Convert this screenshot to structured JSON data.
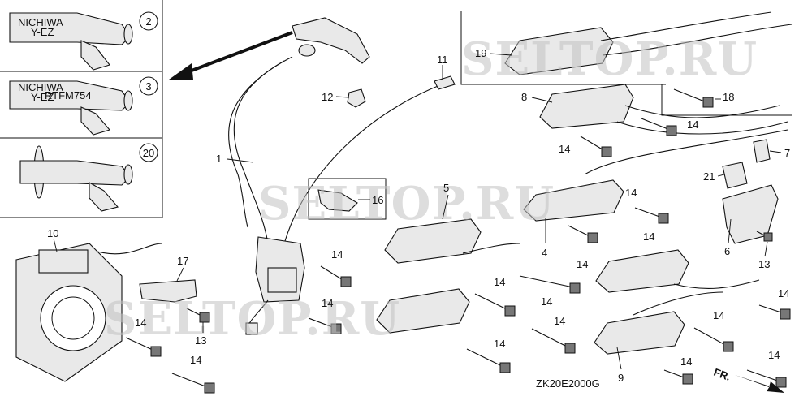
{
  "diagram": {
    "code": "ZK20E2000G",
    "front_marker": "FR.",
    "watermark": "SELTOP.RU",
    "inset_labels": {
      "cap2_line1": "NICHIWA",
      "cap2_line2": "Y-EZ",
      "cap3_line1": "NICHIWA",
      "cap3_line2": "Y-EZ",
      "cap3_line3": "RTFM754"
    },
    "circled_refs": [
      "2",
      "3",
      "20"
    ],
    "callouts": [
      "1",
      "4",
      "5",
      "6",
      "7",
      "8",
      "9",
      "10",
      "11",
      "12",
      "13",
      "13",
      "14",
      "14",
      "14",
      "14",
      "14",
      "14",
      "14",
      "14",
      "14",
      "14",
      "14",
      "14",
      "14",
      "14",
      "14",
      "14",
      "14",
      "16",
      "17",
      "18",
      "19",
      "21"
    ]
  }
}
